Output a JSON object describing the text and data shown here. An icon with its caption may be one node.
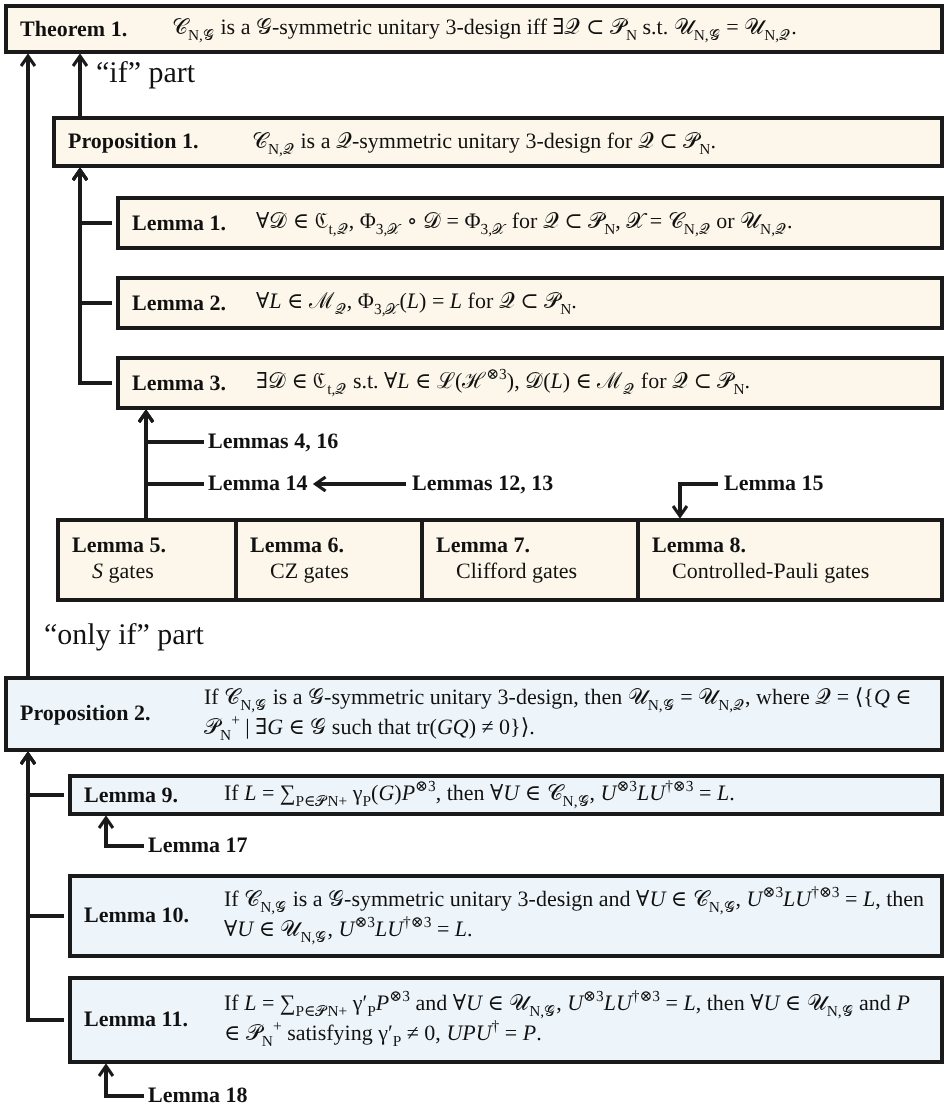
{
  "diagram": {
    "nodes": [
      {
        "text": [
          "Theorem 1.",
          "𝒞$_{N,𝒢}$ is a 𝒢-symmetric unitary 3-design iff ∃𝒬 ⊂ 𝒫$_{N}$ s.t. 𝒰$_{N,𝒢}$ = 𝒰$_{N,𝒬}$."
        ]
      },
      {
        "text": [
          "Proposition 1.",
          "𝒞$_{N,𝒬}$ is a 𝒬-symmetric unitary 3-design for 𝒬 ⊂ 𝒫$_{N}$."
        ]
      },
      {
        "text": [
          "Lemma 1.",
          "∀𝒟 ∈ ℭ$_{t,𝒬}$, Φ$_{3,𝒳}$ ∘ 𝒟 = Φ$_{3,𝒳}$ for 𝒬 ⊂ 𝒫$_{N}$, 𝒳 = 𝒞$_{N,𝒬}$ or 𝒰$_{N,𝒬}$."
        ]
      },
      {
        "text": [
          "Lemma 2.",
          "∀*L* ∈ ℳ$_{𝒬}$, Φ$_{3,𝒳}$(*L*) = *L* for 𝒬 ⊂ 𝒫$_{N}$."
        ]
      },
      {
        "text": [
          "Lemma 3.",
          "∃𝒟 ∈ ℭ$_{t,𝒬}$ s.t. ∀*L* ∈ ℒ(ℋ$^{⊗3}$), 𝒟(*L*) ∈ ℳ$_{𝒬}$ for 𝒬 ⊂ 𝒫$_{N}$."
        ]
      },
      {
        "text": [
          "Lemmas 4, 16"
        ]
      },
      {
        "text": [
          "Lemma 14"
        ]
      },
      {
        "text": [
          "Lemmas 12, 13"
        ]
      },
      {
        "text": [
          "Lemma 15"
        ]
      },
      {
        "text": [
          "Lemma 5.",
          "*S* gates"
        ]
      },
      {
        "text": [
          "Lemma 6.",
          "CZ gates"
        ]
      },
      {
        "text": [
          "Lemma 7.",
          "Clifford gates"
        ]
      },
      {
        "text": [
          "Lemma 8.",
          "Controlled-Pauli gates"
        ]
      },
      {
        "text": [
          "Proposition 2.",
          "If 𝒞$_{N,𝒢}$ is a 𝒢-symmetric unitary 3-design, then 𝒰$_{N,𝒢}$ = 𝒰$_{N,𝒬}$, where 𝒬 = ⟨{*Q* ∈ 𝒫$_{N}$$^{+}$ | ∃*G* ∈ 𝒢 such that tr(*GQ*) ≠ 0}⟩."
        ]
      },
      {
        "text": [
          "Lemma 9.",
          "If *L* = ∑$_{P∈𝒫N+}$ γ$_{P}$(*G*)*P*$^{⊗3}$, then ∀*U* ∈ 𝒞$_{N,𝒢}$, *U*$^{⊗3}$*LU*$^{†⊗3}$ = *L*."
        ]
      },
      {
        "text": [
          "Lemma 17"
        ]
      },
      {
        "text": [
          "Lemma 10.",
          "If 𝒞$_{N,𝒢}$ is a 𝒢-symmetric unitary 3-design and ∀*U* ∈ 𝒞$_{N,𝒢}$, *U*$^{⊗3}$*LU*$^{†⊗3}$ = *L*, then ∀*U* ∈ 𝒰$_{N,𝒢}$, *U*$^{⊗3}$*LU*$^{†⊗3}$ = *L*."
        ]
      },
      {
        "text": [
          "Lemma 11.",
          "If *L* = ∑$_{P∈𝒫N+}$ γ′$_{P}$*P*$^{⊗3}$ and ∀*U* ∈ 𝒰$_{N,𝒢}$, *U*$^{⊗3}$*LU*$^{†⊗3}$ = *L*, then ∀*U* ∈ 𝒰$_{N,𝒢}$ and *P* ∈ 𝒫$_{N}$$^{+}$ satisfying γ′$_{P}$ ≠ 0, *UPU*$^{†}$ = *P*."
        ]
      },
      {
        "text": [
          "Lemma 18"
        ]
      }
    ],
    "edges": [
      {
        "from": 1,
        "to": 0,
        "arrow": "to",
        "label": "“if” part"
      },
      {
        "from": 2,
        "to": 1,
        "arrow": "to"
      },
      {
        "from": 3,
        "to": 1,
        "arrow": "to"
      },
      {
        "from": 4,
        "to": 1,
        "arrow": "to"
      },
      {
        "from": 5,
        "to": 4,
        "arrow": "to"
      },
      {
        "from": 6,
        "to": 4,
        "arrow": "to"
      },
      {
        "from": 7,
        "to": 6,
        "arrow": "to"
      },
      {
        "from": 8,
        "to": 12,
        "arrow": "to"
      },
      {
        "from": 9,
        "to": 4,
        "arrow": "to"
      },
      {
        "from": 13,
        "to": 0,
        "arrow": "to",
        "label": "“only if” part"
      },
      {
        "from": 14,
        "to": 13,
        "arrow": "to"
      },
      {
        "from": 15,
        "to": 14,
        "arrow": "to"
      },
      {
        "from": 16,
        "to": 13,
        "arrow": "to"
      },
      {
        "from": 17,
        "to": 13,
        "arrow": "to"
      },
      {
        "from": 18,
        "to": 17,
        "arrow": "to"
      }
    ]
  }
}
